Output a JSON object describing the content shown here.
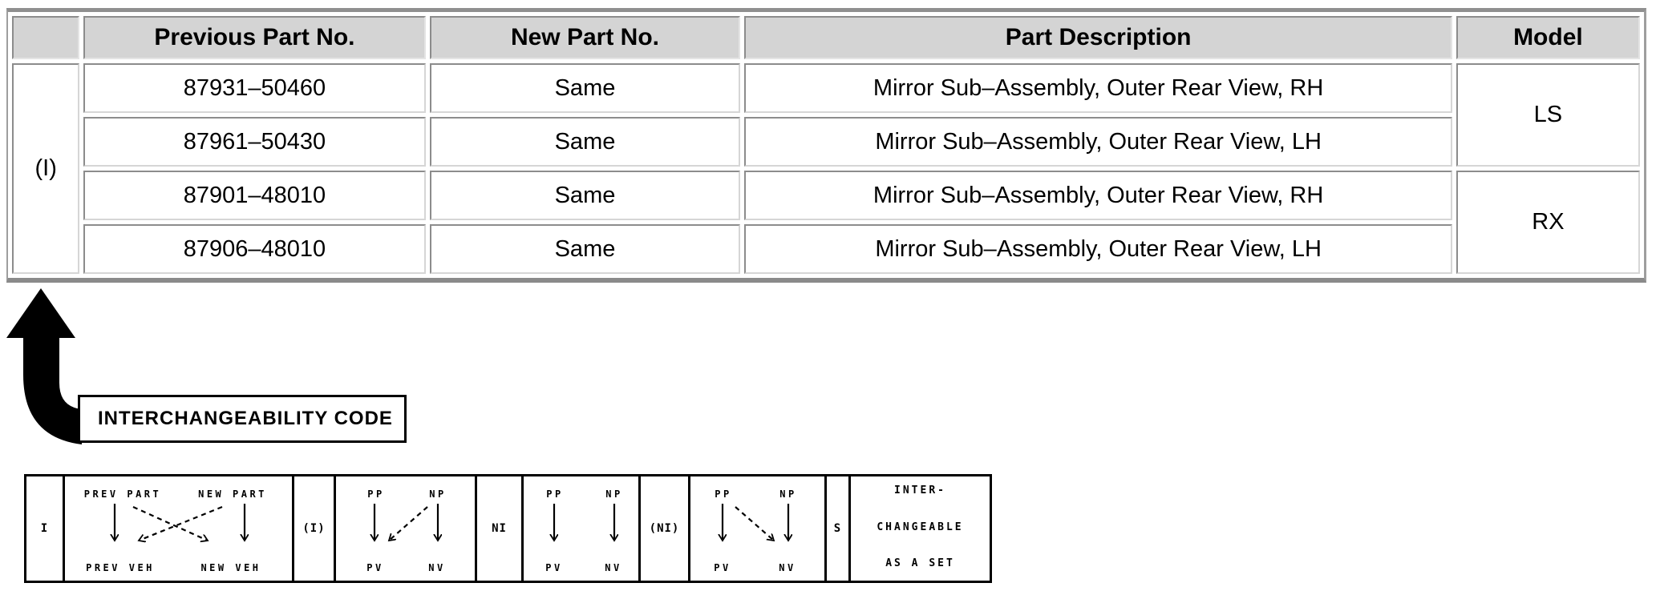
{
  "colors": {
    "header_bg": "#d4d4d4",
    "cell_border_dark": "#8c8c8c",
    "cell_border_light": "#d6d6d6",
    "frame_gray": "#8f8f8f",
    "ink": "#000000"
  },
  "table": {
    "headers": [
      "",
      "Previous Part No.",
      "New Part No.",
      "Part Description",
      "Model"
    ],
    "interchangeability_code": "(I)",
    "rows": [
      {
        "previous_part_no": "87931–50460",
        "new_part_no": "Same",
        "part_description": "Mirror Sub–Assembly, Outer Rear View, RH"
      },
      {
        "previous_part_no": "87961–50430",
        "new_part_no": "Same",
        "part_description": "Mirror Sub–Assembly, Outer Rear View, LH"
      },
      {
        "previous_part_no": "87901–48010",
        "new_part_no": "Same",
        "part_description": "Mirror Sub–Assembly, Outer Rear View, RH"
      },
      {
        "previous_part_no": "87906–48010",
        "new_part_no": "Same",
        "part_description": "Mirror Sub–Assembly, Outer Rear View, LH"
      }
    ],
    "models": [
      {
        "label": "LS"
      },
      {
        "label": "RX"
      }
    ]
  },
  "callout": {
    "label": "INTERCHANGEABILITY CODE"
  },
  "legend": {
    "codes": [
      "I",
      "(I)",
      "NI",
      "(NI)",
      "S"
    ],
    "full_diagram": {
      "top_left": "PREV PART",
      "top_right": "NEW PART",
      "bottom_left": "PREV VEH",
      "bottom_right": "NEW VEH"
    },
    "abbrev_diagram": {
      "top_left": "PP",
      "top_right": "NP",
      "bottom_left": "PV",
      "bottom_right": "NV"
    },
    "set_lines": [
      "INTER-",
      "CHANGEABLE",
      "AS A SET"
    ]
  }
}
